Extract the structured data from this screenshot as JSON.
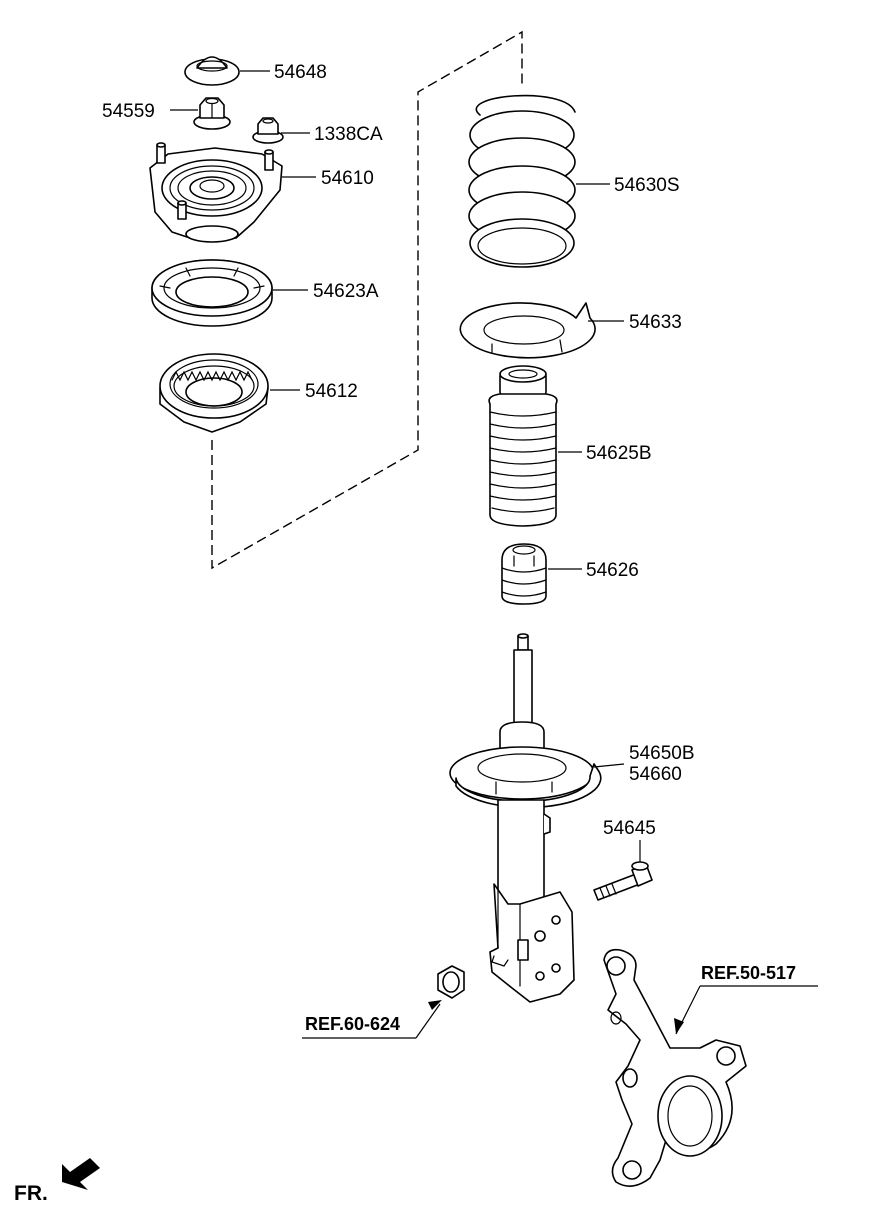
{
  "labels": {
    "p54648": "54648",
    "p54559": "54559",
    "p1338CA": "1338CA",
    "p54610": "54610",
    "p54623A": "54623A",
    "p54612": "54612",
    "p54630S": "54630S",
    "p54633": "54633",
    "p54625B": "54625B",
    "p54626": "54626",
    "p54650B": "54650B",
    "p54660": "54660",
    "p54645": "54645",
    "ref_50_517": "REF.50-517",
    "ref_60_624": "REF.60-624",
    "fr": "FR."
  },
  "icons": {
    "front_direction": "arrow-icon"
  },
  "colors": {
    "line": "#000000",
    "background": "#ffffff"
  }
}
